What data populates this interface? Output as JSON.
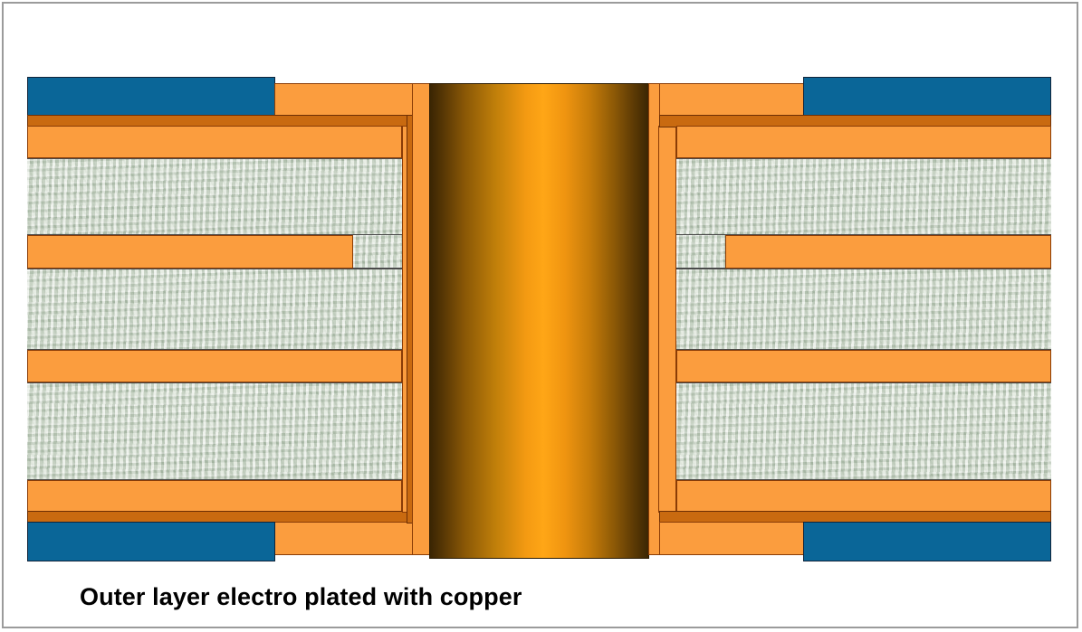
{
  "caption": {
    "text": "Outer layer electro plated with copper"
  },
  "colors": {
    "copper_foil": "#fb9d3e",
    "electroplated_copper": "#c96a10",
    "dry_film_resist": "#0a6698",
    "dielectric_prepreg": "#cbd6c5",
    "barrel_highlight": "#ffa616",
    "barrel_shadow": "#3a2503",
    "outline": "#4a4a4a",
    "frame": "#9b9b9b",
    "background": "#ffffff"
  },
  "diagram": {
    "title": "Plated through-hole PCB cross section",
    "view": "cross-section",
    "stackup": [
      {
        "name": "top-dry-film-resist",
        "material": "dry film resist",
        "color": "#0a6698"
      },
      {
        "name": "top-electroplated-copper",
        "material": "electroplated copper",
        "color": "#c96a10"
      },
      {
        "name": "top-outer-copper-foil",
        "material": "copper foil",
        "color": "#fb9d3e"
      },
      {
        "name": "upper-dielectric",
        "material": "prepreg / glass weave",
        "color": "#cbd6c5"
      },
      {
        "name": "inner-layer-1-trace",
        "material": "copper foil",
        "color": "#fb9d3e",
        "connected_to_barrel": false
      },
      {
        "name": "middle-dielectric",
        "material": "prepreg / glass weave",
        "color": "#cbd6c5"
      },
      {
        "name": "inner-layer-2-plane",
        "material": "copper foil",
        "color": "#fb9d3e",
        "connected_to_barrel": true
      },
      {
        "name": "lower-dielectric",
        "material": "prepreg / glass weave",
        "color": "#cbd6c5"
      },
      {
        "name": "bottom-outer-copper-foil",
        "material": "copper foil",
        "color": "#fb9d3e"
      },
      {
        "name": "bottom-electroplated-copper",
        "material": "electroplated copper",
        "color": "#c96a10"
      },
      {
        "name": "bottom-dry-film-resist",
        "material": "dry film resist",
        "color": "#0a6698"
      }
    ],
    "barrel": {
      "name": "plated-through-hole-barrel",
      "material": "electroplated copper",
      "shading": "cylindrical gradient"
    }
  }
}
